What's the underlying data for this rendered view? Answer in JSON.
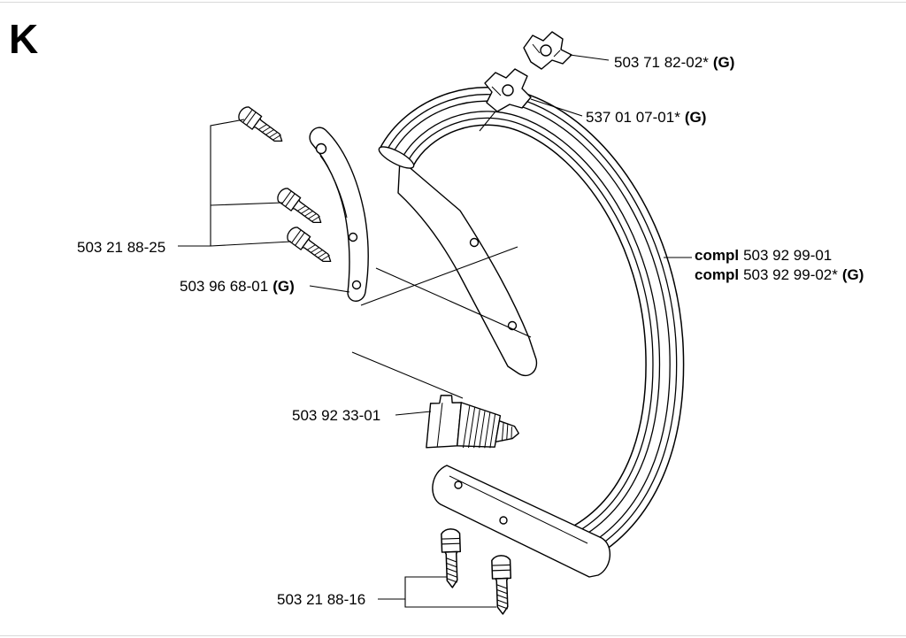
{
  "page": {
    "section_letter": "K",
    "background": "#ffffff",
    "line_color": "#000000"
  },
  "parts": {
    "clamp_upper": {
      "number": "503 71 82-02*",
      "flag": "(G)"
    },
    "clamp_lower": {
      "number": "537 01 07-01*",
      "flag": "(G)"
    },
    "screws_left": {
      "number": "503 21 88-25"
    },
    "bracket": {
      "number": "503 96 68-01",
      "flag": "(G)"
    },
    "handle_variant_1": {
      "prefix": "compl",
      "number": "503 92 99-01"
    },
    "handle_variant_2": {
      "prefix": "compl",
      "number": "503 92 99-02*",
      "flag": "(G)"
    },
    "tensioner": {
      "number": "503 92 33-01"
    },
    "screws_bottom": {
      "number": "503 21 88-16"
    }
  }
}
